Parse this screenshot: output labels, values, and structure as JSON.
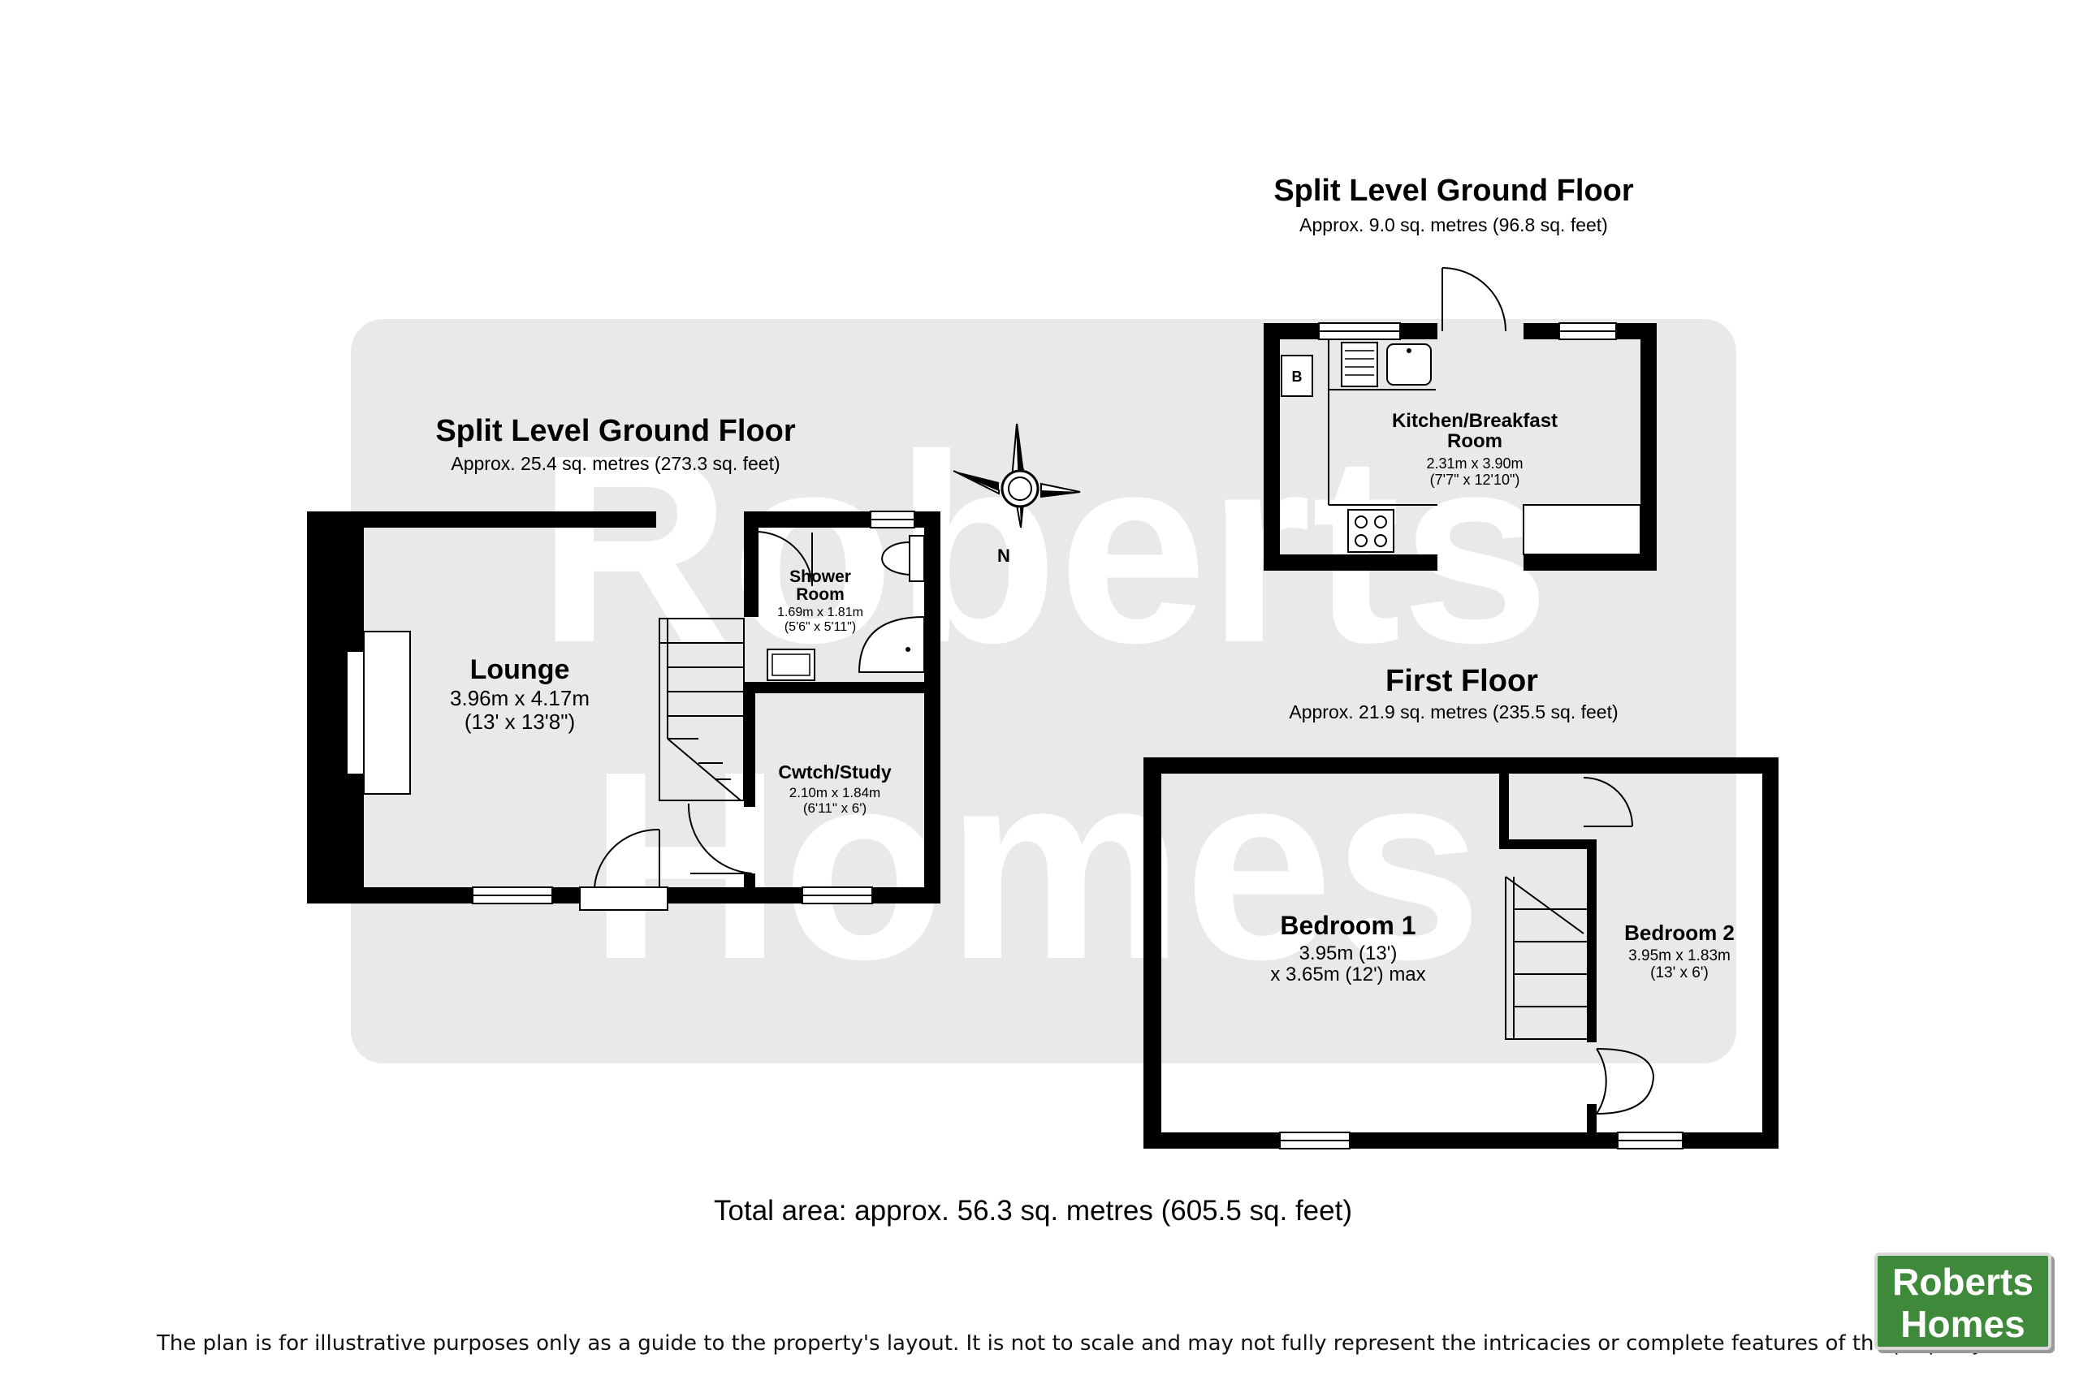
{
  "watermark": {
    "line1": "Roberts",
    "line2": "Homes"
  },
  "compass": {
    "label": "N"
  },
  "floors": [
    {
      "title": "Split Level Ground Floor",
      "area": "Approx. 9.0 sq. metres (96.8 sq. feet)"
    },
    {
      "title": "Split Level Ground Floor",
      "area": "Approx. 25.4 sq. metres (273.3 sq. feet)"
    },
    {
      "title": "First Floor",
      "area": "Approx. 21.9 sq. metres (235.5 sq. feet)"
    }
  ],
  "rooms": {
    "kitchen": {
      "name_1": "Kitchen/Breakfast",
      "name_2": "Room",
      "dim_1": "2.31m x 3.90m",
      "dim_2": "(7'7\" x 12'10\")"
    },
    "boiler": {
      "label": "B"
    },
    "shower": {
      "name_1": "Shower",
      "name_2": "Room",
      "dim_1": "1.69m x 1.81m",
      "dim_2": "(5'6\" x 5'11\")"
    },
    "lounge": {
      "name": "Lounge",
      "dim_1": "3.96m x 4.17m",
      "dim_2": "(13' x 13'8\")"
    },
    "study": {
      "name": "Cwtch/Study",
      "dim_1": "2.10m x 1.84m",
      "dim_2": "(6'11\" x 6')"
    },
    "bedroom1": {
      "name": "Bedroom 1",
      "dim_1": "3.95m (13')",
      "dim_2": "x 3.65m (12') max"
    },
    "bedroom2": {
      "name": "Bedroom 2",
      "dim_1": "3.95m x 1.83m",
      "dim_2": "(13' x 6')"
    }
  },
  "total_area": "Total area: approx. 56.3 sq. metres (605.5 sq. feet)",
  "disclaimer": "The plan is for illustrative purposes only as a guide to the property's layout. It is not to scale and may not fully represent the intricacies or complete features of the property.",
  "logo": {
    "line1": "Roberts",
    "line2": "Homes",
    "color": "#3e8a3a"
  }
}
